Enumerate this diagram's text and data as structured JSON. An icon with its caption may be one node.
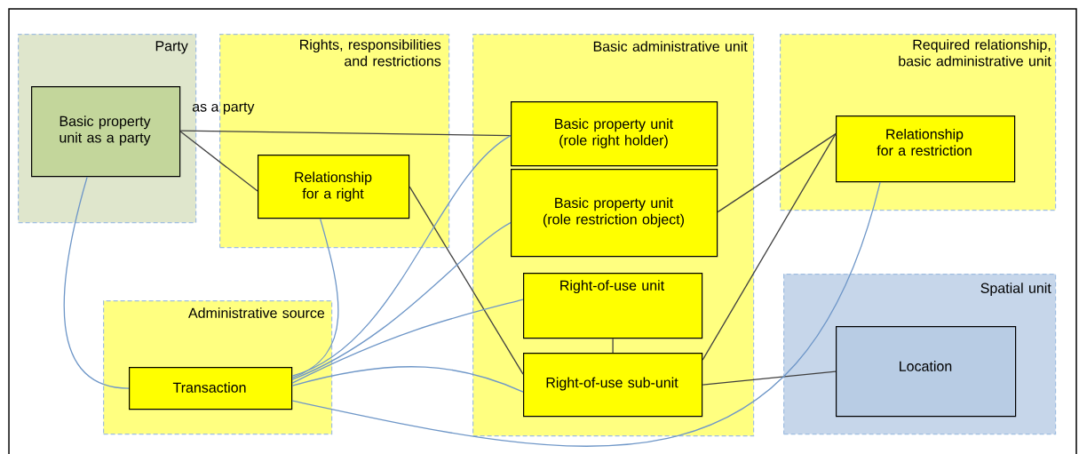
{
  "diagram": {
    "nodes": [
      {
        "text": [
          "Party"
        ]
      },
      {
        "text": [
          "Basic property unit as a party"
        ],
        "in": 0
      },
      {
        "text": [
          "Rights, responsibilities and restrictions"
        ]
      },
      {
        "text": [
          "Relationship for a right"
        ],
        "in": 2
      },
      {
        "text": [
          "Basic administrative unit"
        ]
      },
      {
        "text": [
          "Basic property unit (role right holder)"
        ],
        "in": 4
      },
      {
        "text": [
          "Basic property unit (role restriction object)"
        ],
        "in": 4
      },
      {
        "text": [
          "Right-of-use unit"
        ],
        "in": 4
      },
      {
        "text": [
          "Right-of-use sub-unit"
        ],
        "in": 4
      },
      {
        "text": [
          "Required relationship, basic administrative unit"
        ]
      },
      {
        "text": [
          "Relationship for a restriction"
        ],
        "in": 9
      },
      {
        "text": [
          "Administrative source"
        ]
      },
      {
        "text": [
          "Transaction"
        ],
        "in": 11
      },
      {
        "text": [
          "Spatial unit"
        ]
      },
      {
        "text": [
          "Location"
        ],
        "in": 13
      }
    ],
    "edges": [
      {
        "from": 1,
        "to": 5,
        "arrow": "none",
        "label": "as a party"
      },
      {
        "from": 1,
        "to": 3,
        "arrow": "none"
      },
      {
        "from": 3,
        "to": 8,
        "arrow": "none"
      },
      {
        "from": 6,
        "to": 10,
        "arrow": "none"
      },
      {
        "from": 8,
        "to": 10,
        "arrow": "none"
      },
      {
        "from": 7,
        "to": 8,
        "arrow": "none"
      },
      {
        "from": 8,
        "to": 14,
        "arrow": "none"
      },
      {
        "from": 1,
        "to": 12,
        "arrow": "none",
        "color": "#6f97c8"
      },
      {
        "from": 3,
        "to": 12,
        "arrow": "none",
        "color": "#6f97c8"
      },
      {
        "from": 12,
        "to": 5,
        "arrow": "none",
        "color": "#6f97c8"
      },
      {
        "from": 12,
        "to": 6,
        "arrow": "none",
        "color": "#6f97c8"
      },
      {
        "from": 12,
        "to": 7,
        "arrow": "none",
        "color": "#6f97c8"
      },
      {
        "from": 12,
        "to": 8,
        "arrow": "none",
        "color": "#6f97c8"
      },
      {
        "from": 12,
        "to": 10,
        "arrow": "none",
        "color": "#6f97c8"
      }
    ]
  }
}
